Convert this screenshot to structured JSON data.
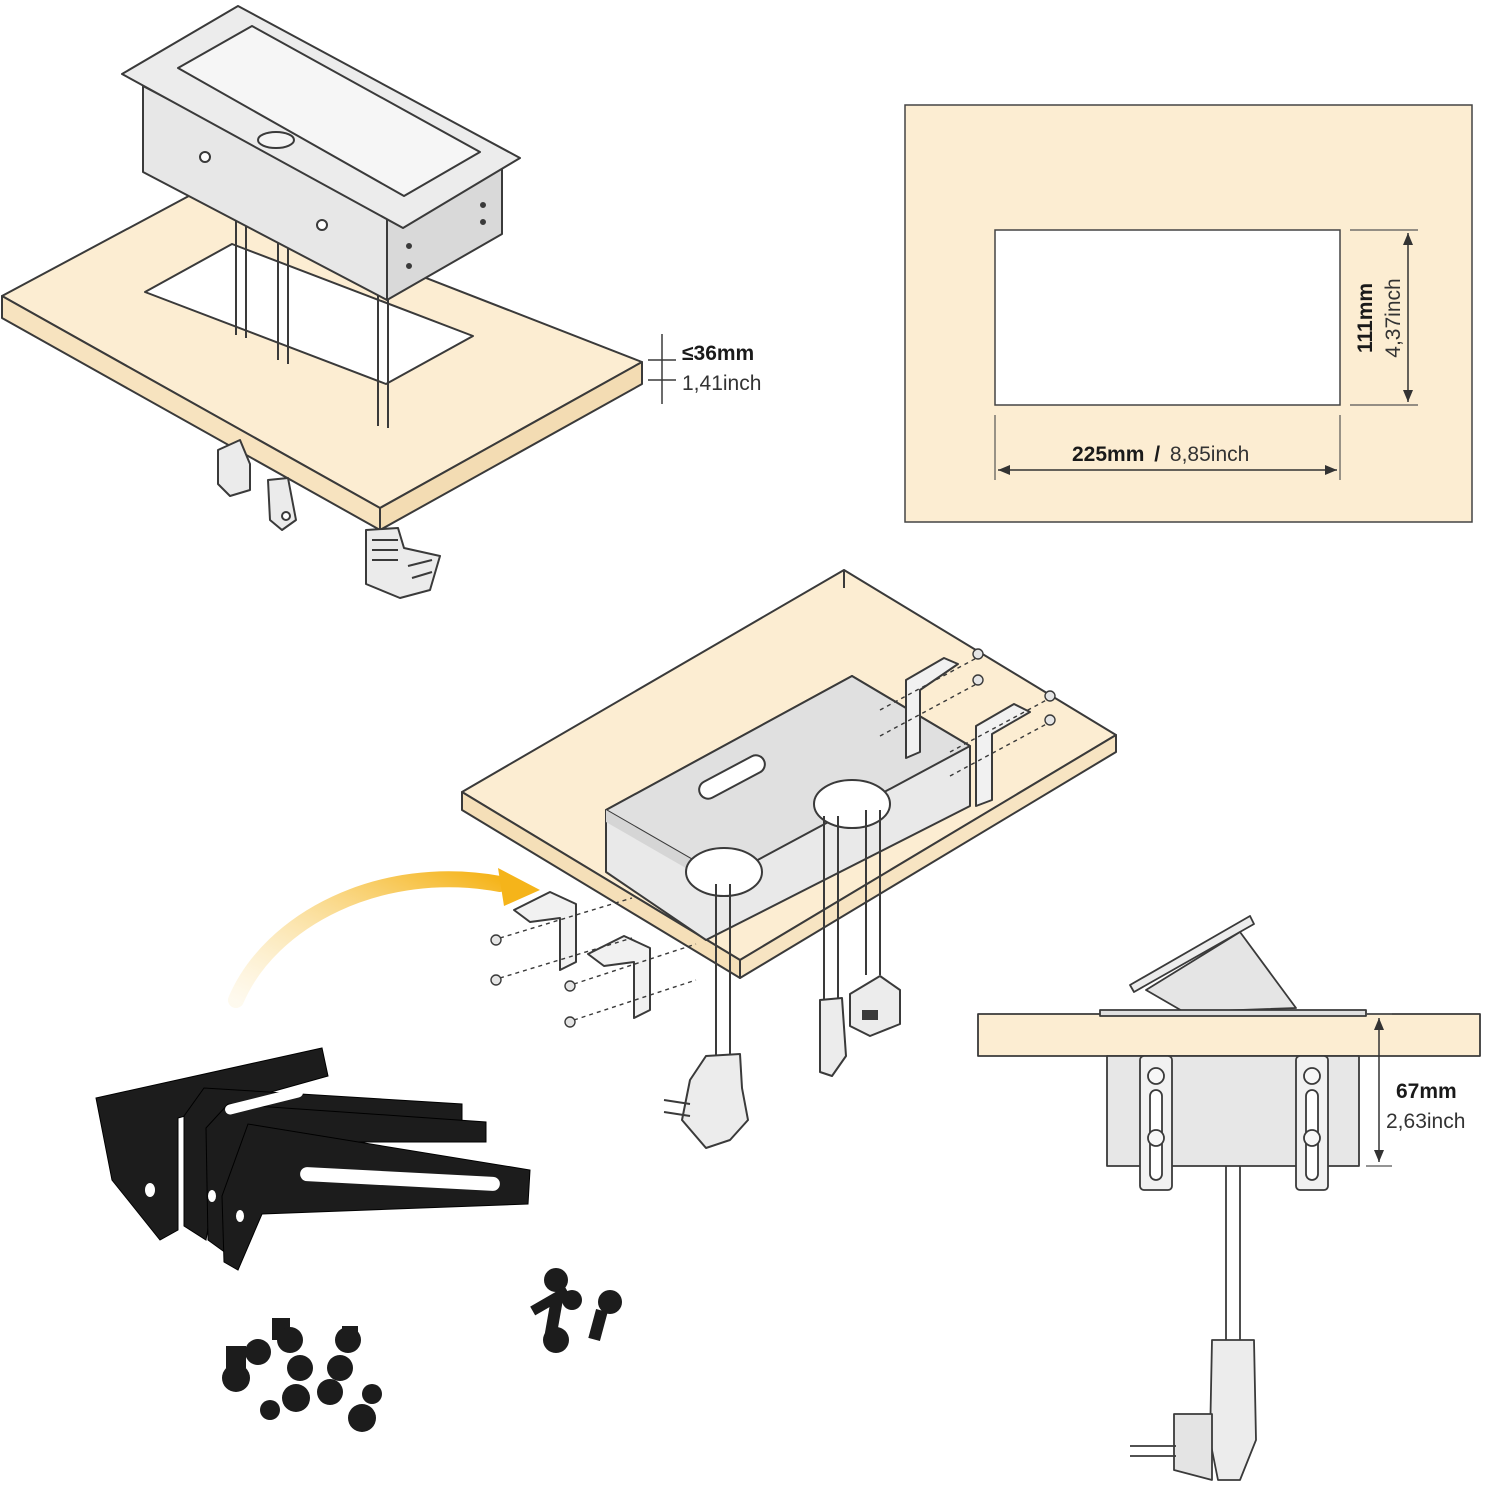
{
  "colors": {
    "wood": "#fcedd2",
    "metal": "#e7e7e7",
    "metal_dark": "#cfcfcf",
    "line": "#3a3a3a",
    "arrow": "#f5b41a",
    "bracket": "#1c1c1c"
  },
  "dimensions": {
    "thickness": {
      "metric": "≤36mm",
      "imperial": "1,41inch"
    },
    "cutout_width": {
      "metric": "225mm",
      "separator": "/",
      "imperial": "8,85inch"
    },
    "cutout_height": {
      "metric": "111mm",
      "imperial": "4,37inch"
    },
    "depth": {
      "metric": "67mm",
      "imperial": "2,63inch"
    }
  },
  "icons": [
    "curved-arrow-icon",
    "plug-icon",
    "ethernet-icon",
    "screw-icon",
    "bracket-icon"
  ]
}
